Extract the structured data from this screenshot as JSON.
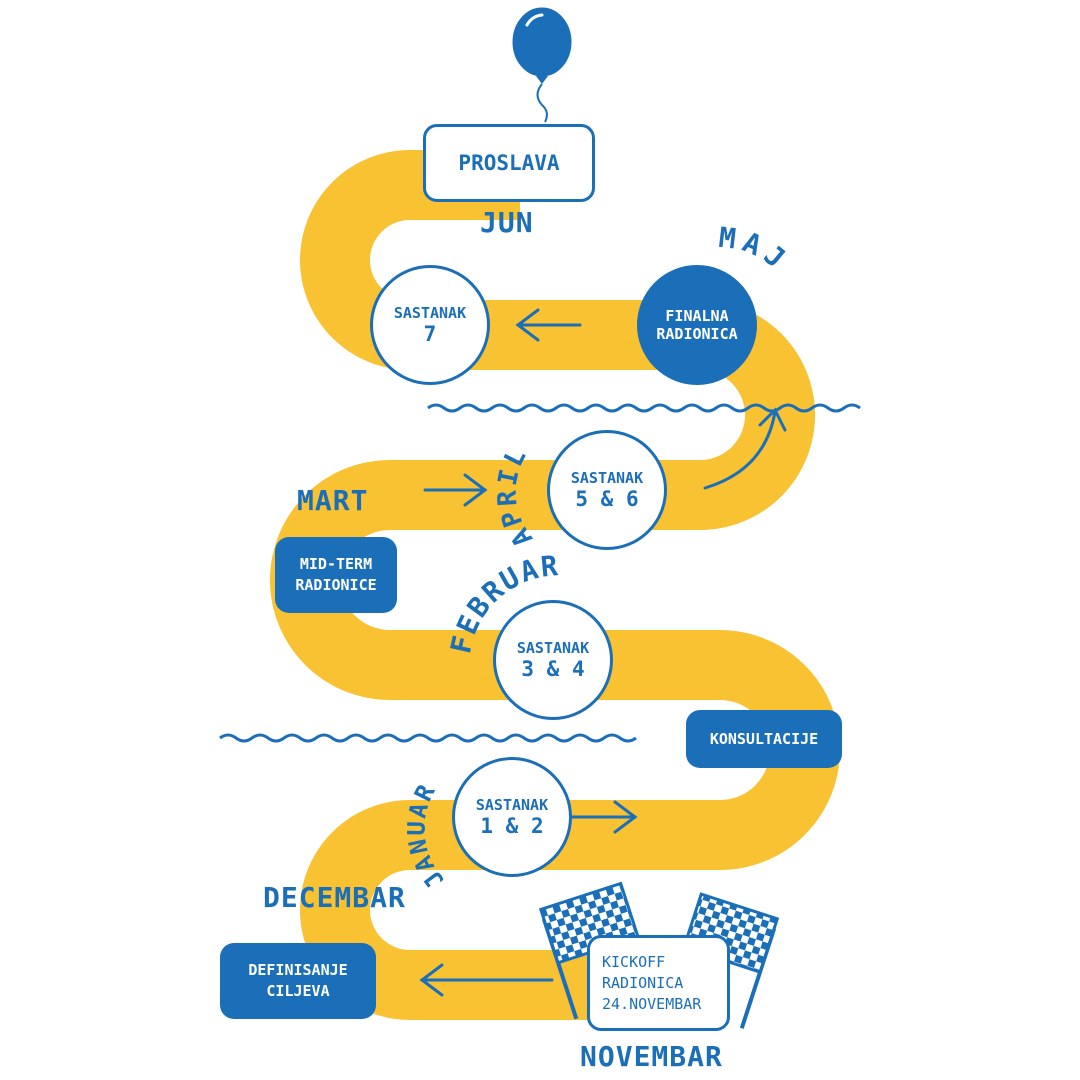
{
  "colors": {
    "path": "#f8c232",
    "accent": "#1b6fb8",
    "background": "#ffffff"
  },
  "months": {
    "jun": "JUN",
    "maj": "MAJ",
    "april": "APRIL",
    "mart": "MART",
    "februar": "FEBRUAR",
    "januar": "JANUAR",
    "decembar": "DECEMBAR",
    "novembar": "NOVEMBAR"
  },
  "milestones": {
    "proslava": "PROSLAVA",
    "sastanak7": {
      "l1": "SASTANAK",
      "l2": "7"
    },
    "finalna": {
      "l1": "FINALNA",
      "l2": "RADIONICA"
    },
    "sastanak56": {
      "l1": "SASTANAK",
      "l2": "5 & 6"
    },
    "midterm": {
      "l1": "MID-TERM",
      "l2": "RADIONICE"
    },
    "sastanak34": {
      "l1": "SASTANAK",
      "l2": "3 & 4"
    },
    "konsultacije": "KONSULTACIJE",
    "sastanak12": {
      "l1": "SASTANAK",
      "l2": "1 & 2"
    },
    "definisanje": {
      "l1": "DEFINISANJE",
      "l2": "CILJEVA"
    },
    "kickoff": {
      "l1": "KICKOFF",
      "l2": "RADIONICA",
      "l3": "24.NOVEMBAR"
    }
  },
  "icons": {
    "balloon": "balloon-icon",
    "flag": "checkered-flag-icon",
    "arrow": "arrow-icon",
    "wave": "wave-divider"
  }
}
